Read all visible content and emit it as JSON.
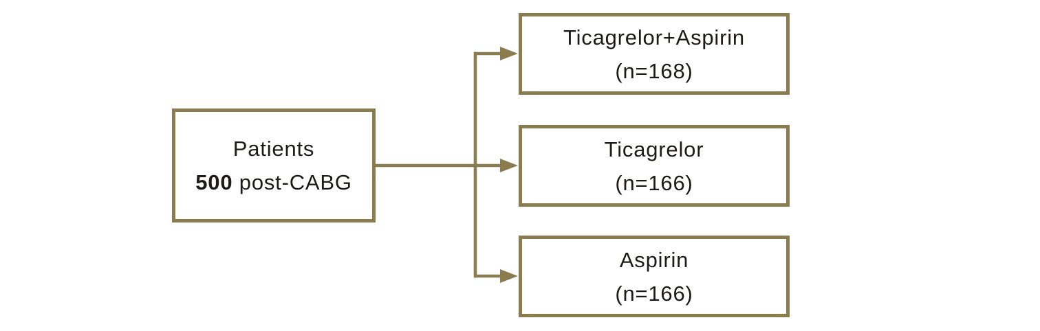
{
  "colors": {
    "accent": "#8b7c50",
    "text": "#1d1b17",
    "background": "#ffffff"
  },
  "root_box": {
    "line1": "Patients",
    "count_bold": "500",
    "line2_rest": "post-CABG"
  },
  "branches": [
    {
      "name": "Ticagrelor+Aspirin",
      "n_label": "(n=168)"
    },
    {
      "name": "Ticagrelor",
      "n_label": "(n=166)"
    },
    {
      "name": "Aspirin",
      "n_label": "(n=166)"
    }
  ]
}
